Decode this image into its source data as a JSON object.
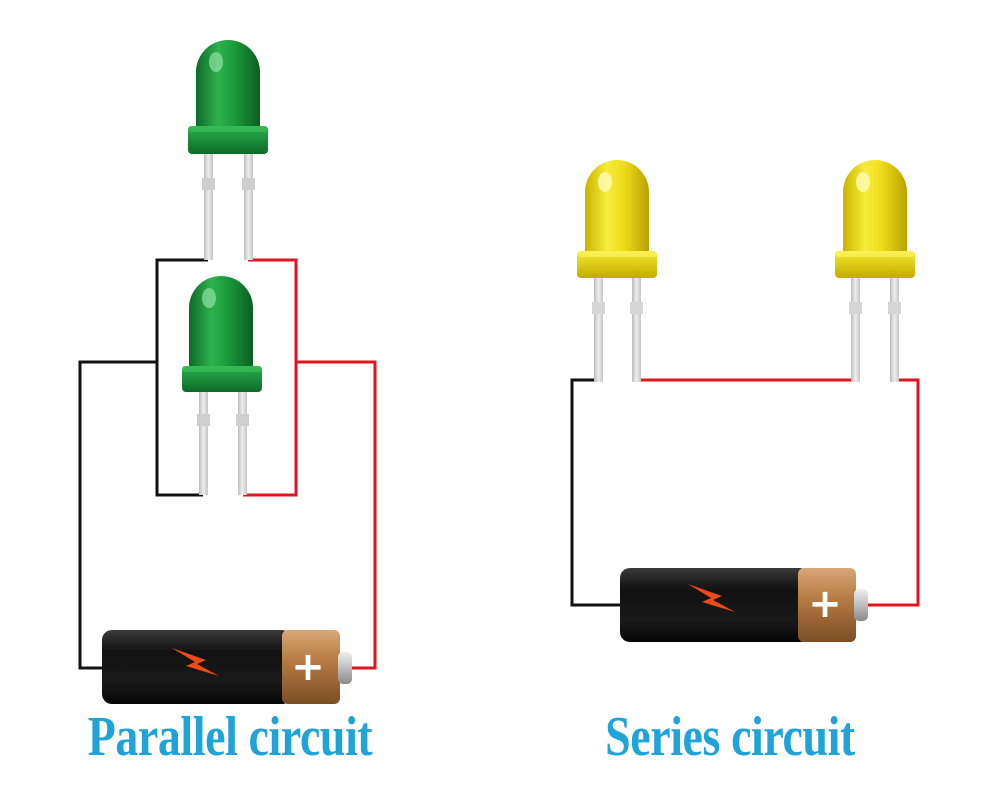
{
  "captions": {
    "parallel": "Parallel circuit",
    "series": "Series circuit"
  },
  "battery_symbol": "+",
  "diagrams": [
    {
      "name": "parallel-circuit",
      "led_color": "green",
      "led_count": 2,
      "battery_count": 1
    },
    {
      "name": "series-circuit",
      "led_color": "yellow",
      "led_count": 2,
      "battery_count": 1
    }
  ],
  "colors": {
    "caption": "#1fa3d8",
    "wire_negative": "#111111",
    "wire_positive": "#e0141e",
    "led_green": "#1e9a3f",
    "led_yellow": "#f2e21a",
    "battery_body": "#1a1a1a",
    "battery_cap": "#b87c43",
    "lightning": "#f04a16",
    "lead": "#d4d4d4"
  }
}
